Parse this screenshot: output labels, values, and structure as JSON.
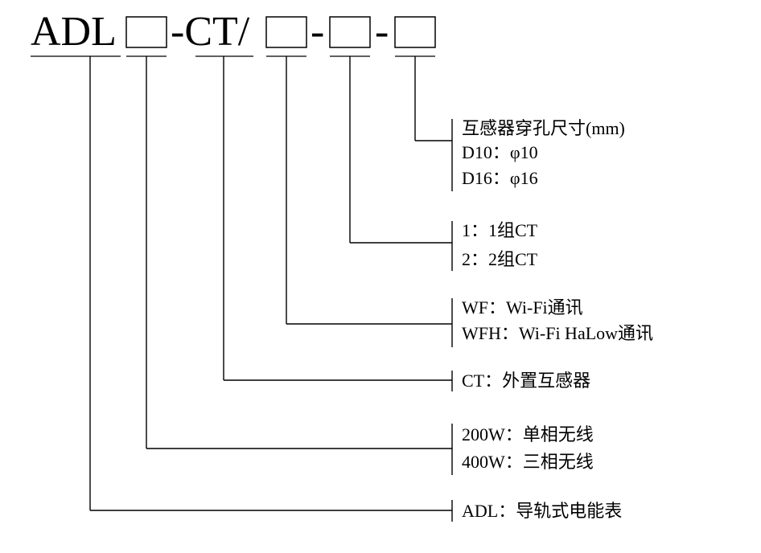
{
  "code": {
    "prefix": "ADL",
    "mid": "-CT/",
    "dash1": "-",
    "dash2": "-"
  },
  "groups": {
    "size": {
      "title": "互感器穿孔尺寸(mm)",
      "opt1": "D10：φ10",
      "opt2": "D16：φ16"
    },
    "ct_count": {
      "opt1": "1：1组CT",
      "opt2": "2：2组CT"
    },
    "comm": {
      "opt1": "WF：Wi-Fi通讯",
      "opt2": "WFH：Wi-Fi HaLow通讯"
    },
    "ct": {
      "opt1": "CT：外置互感器"
    },
    "power": {
      "opt1": "200W：单相无线",
      "opt2": "400W：三相无线"
    },
    "model": {
      "opt1": "ADL：导轨式电能表"
    }
  }
}
